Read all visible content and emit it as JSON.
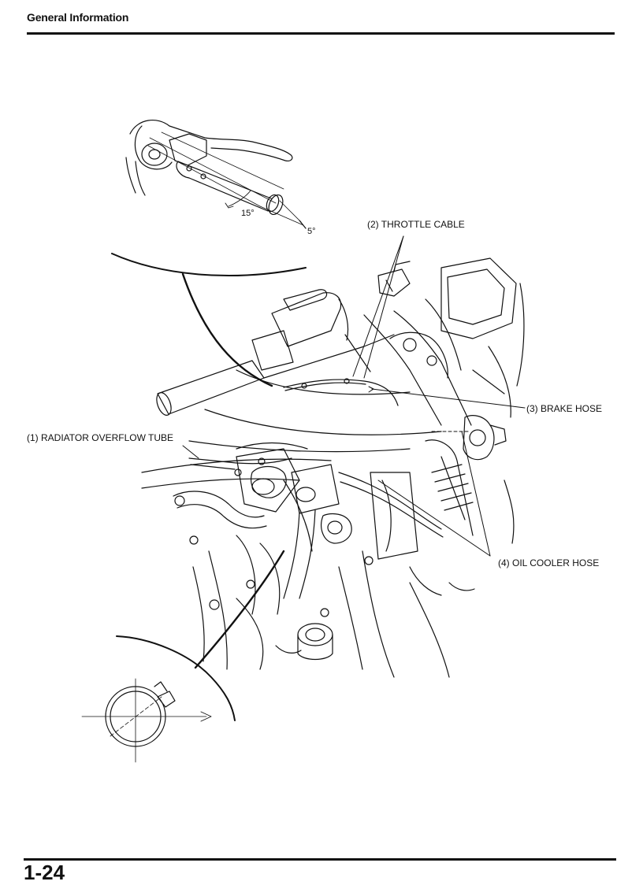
{
  "header": {
    "title": "General Information"
  },
  "figure": {
    "angle_15": "15°",
    "angle_5": "5°",
    "callouts": {
      "throttle_cable": "(2) THROTTLE CABLE",
      "brake_hose": "(3) BRAKE HOSE",
      "radiator_overflow_tube": "(1) RADIATOR OVERFLOW TUBE",
      "oil_cooler_hose": "(4) OIL COOLER HOSE"
    }
  },
  "footer": {
    "page_number": "1-24"
  }
}
